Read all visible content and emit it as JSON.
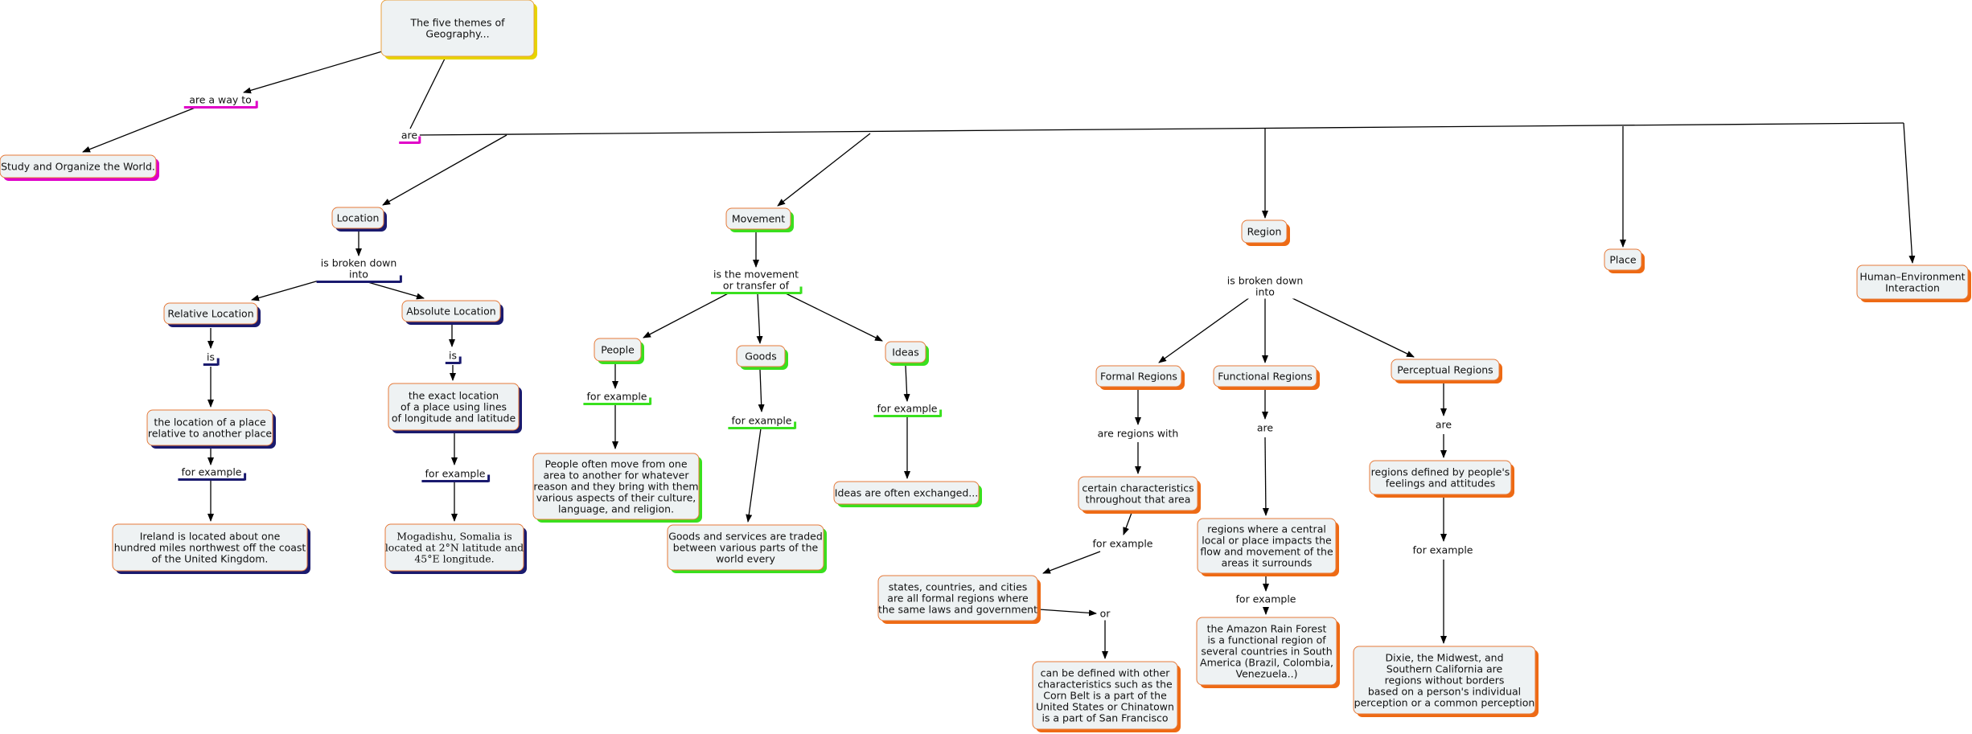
{
  "colors": {
    "root_shadow": "#e6d400",
    "pink": "#e000c8",
    "navy": "#1a1a6e",
    "green": "#39e01e",
    "orange": "#ee6a14",
    "node_fill": "#eef2f3"
  },
  "nodes": {
    "root": [
      "The five themes of",
      "Geography..."
    ],
    "study": [
      "Study and Organize the World."
    ],
    "location": [
      "Location"
    ],
    "relative_location": [
      "Relative Location"
    ],
    "absolute_location": [
      "Absolute Location"
    ],
    "relative_def": [
      "the location of a place",
      "relative to another place"
    ],
    "absolute_def": [
      "the exact location",
      "of a place using lines",
      "of longitude and latitude"
    ],
    "ireland": [
      "Ireland is located about one",
      "hundred miles northwest off the coast",
      "of the United Kingdom."
    ],
    "mogadishu": [
      "Mogadishu, Somalia is",
      "located at 2°N latitude and",
      "45°E longitude."
    ],
    "movement": [
      "Movement"
    ],
    "people": [
      "People"
    ],
    "goods": [
      "Goods"
    ],
    "ideas": [
      "Ideas"
    ],
    "people_ex": [
      "People often move from one",
      "area to another for whatever",
      "reason and they bring with them",
      "various aspects of their culture,",
      "language, and religion."
    ],
    "goods_ex": [
      "Goods and services are traded",
      "between various parts of the",
      "world every"
    ],
    "ideas_ex": [
      "Ideas are often exchanged..."
    ],
    "region": [
      "Region"
    ],
    "formal": [
      "Formal Regions"
    ],
    "functional": [
      "Functional Regions"
    ],
    "perceptual": [
      "Perceptual Regions"
    ],
    "certain": [
      "certain characteristics",
      "throughout that area"
    ],
    "states": [
      "states, countries, and cities",
      "are all formal regions where",
      "the same laws and government"
    ],
    "defined": [
      "can be defined with other",
      "characteristics such as the",
      "Corn Belt is a part of the",
      "United States or Chinatown",
      "is a part of San Francisco"
    ],
    "functional_def": [
      "regions where a central",
      "local or place impacts the",
      "flow and movement of the",
      "areas it surrounds"
    ],
    "amazon": [
      "the Amazon Rain Forest",
      "is a functional region of",
      "several countries in South",
      "America (Brazil, Colombia,",
      "Venezuela..)"
    ],
    "perceptual_def": [
      "regions defined by people's",
      "feelings and attitudes"
    ],
    "dixie": [
      "Dixie, the Midwest, and",
      "Southern California are",
      "regions without borders",
      "based on a person's individual",
      "perception or a common perception"
    ],
    "place": [
      "Place"
    ],
    "hei": [
      "Human–Environment",
      "Interaction"
    ]
  },
  "links": {
    "are_a_way_to": [
      "are a way to"
    ],
    "are": [
      "are"
    ],
    "loc_broken": [
      "is broken down",
      "into"
    ],
    "rel_is": [
      "is"
    ],
    "abs_is": [
      "is"
    ],
    "rel_for_example": [
      "for example"
    ],
    "abs_for_example": [
      "for example"
    ],
    "movement_transfer": [
      "is the movement",
      "or transfer of"
    ],
    "people_for_example": [
      "for example"
    ],
    "goods_for_example": [
      "for example"
    ],
    "ideas_for_example": [
      "for example"
    ],
    "region_broken": [
      "is broken down",
      "into"
    ],
    "regions_with": [
      "are regions with"
    ],
    "formal_for_example": [
      "for example"
    ],
    "or": [
      "or"
    ],
    "functional_are": [
      "are"
    ],
    "functional_for_example": [
      "for example"
    ],
    "perceptual_are": [
      "are"
    ],
    "perceptual_for_example": [
      "for example"
    ]
  }
}
